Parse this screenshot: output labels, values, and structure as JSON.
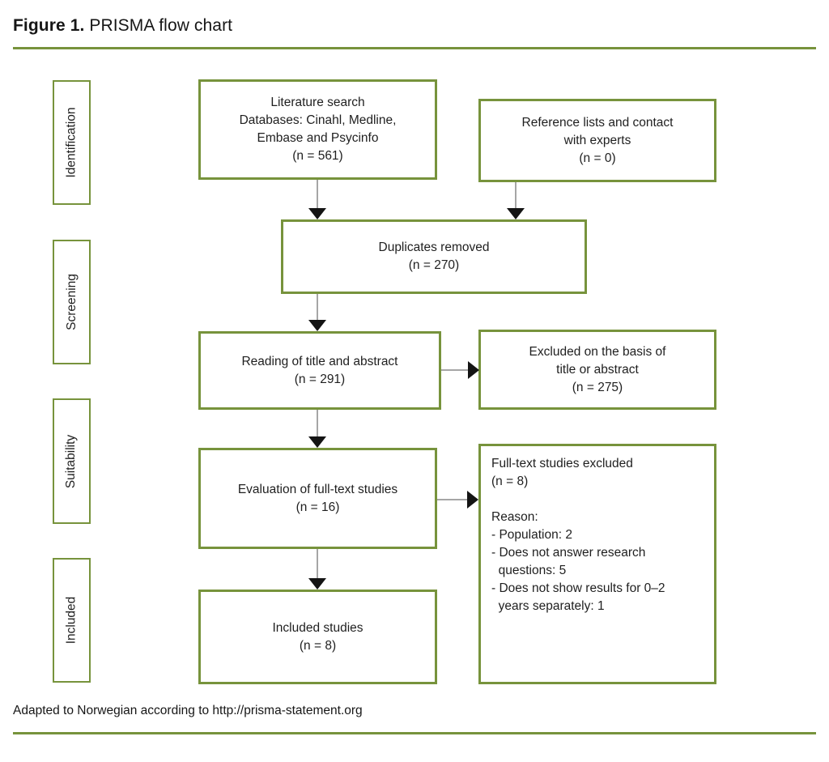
{
  "page": {
    "title": {
      "prefix": "Figure 1.",
      "rest": " PRISMA flow chart"
    },
    "footnote": "Adapted to Norwegian according to http://prisma-statement.org"
  },
  "colors": {
    "accent_green": "#77933c",
    "arrow_line_gray": "#a6a6a6",
    "arrow_head_black": "#141414",
    "text": "#1f1f1f",
    "background": "#ffffff"
  },
  "sidebar": {
    "stages": [
      {
        "label": "Identification"
      },
      {
        "label": "Screening"
      },
      {
        "label": "Suitability"
      },
      {
        "label": "Included"
      }
    ]
  },
  "flow": {
    "literature_search": {
      "text": "Literature search\nDatabases: Cinahl, Medline,\nEmbase and Psycinfo\n(n = 561)"
    },
    "reference_lists": {
      "text": "Reference lists and contact\nwith experts\n(n = 0)"
    },
    "duplicates_removed": {
      "text": "Duplicates removed\n(n = 270)"
    },
    "reading_title_abstract": {
      "text": "Reading of title and abstract\n(n = 291)"
    },
    "excluded_title_abstract": {
      "text": "Excluded on the basis of\ntitle or abstract\n(n = 275)"
    },
    "evaluation_fulltext": {
      "text": "Evaluation of full-text studies\n(n = 16)"
    },
    "fulltext_excluded": {
      "text": "Full-text studies excluded\n(n = 8)\n\nReason:\n- Population: 2\n- Does not answer research\n  questions: 5\n- Does not show results for 0–2\n  years separately: 1"
    },
    "included_studies": {
      "text": "Included studies\n(n = 8)"
    }
  }
}
